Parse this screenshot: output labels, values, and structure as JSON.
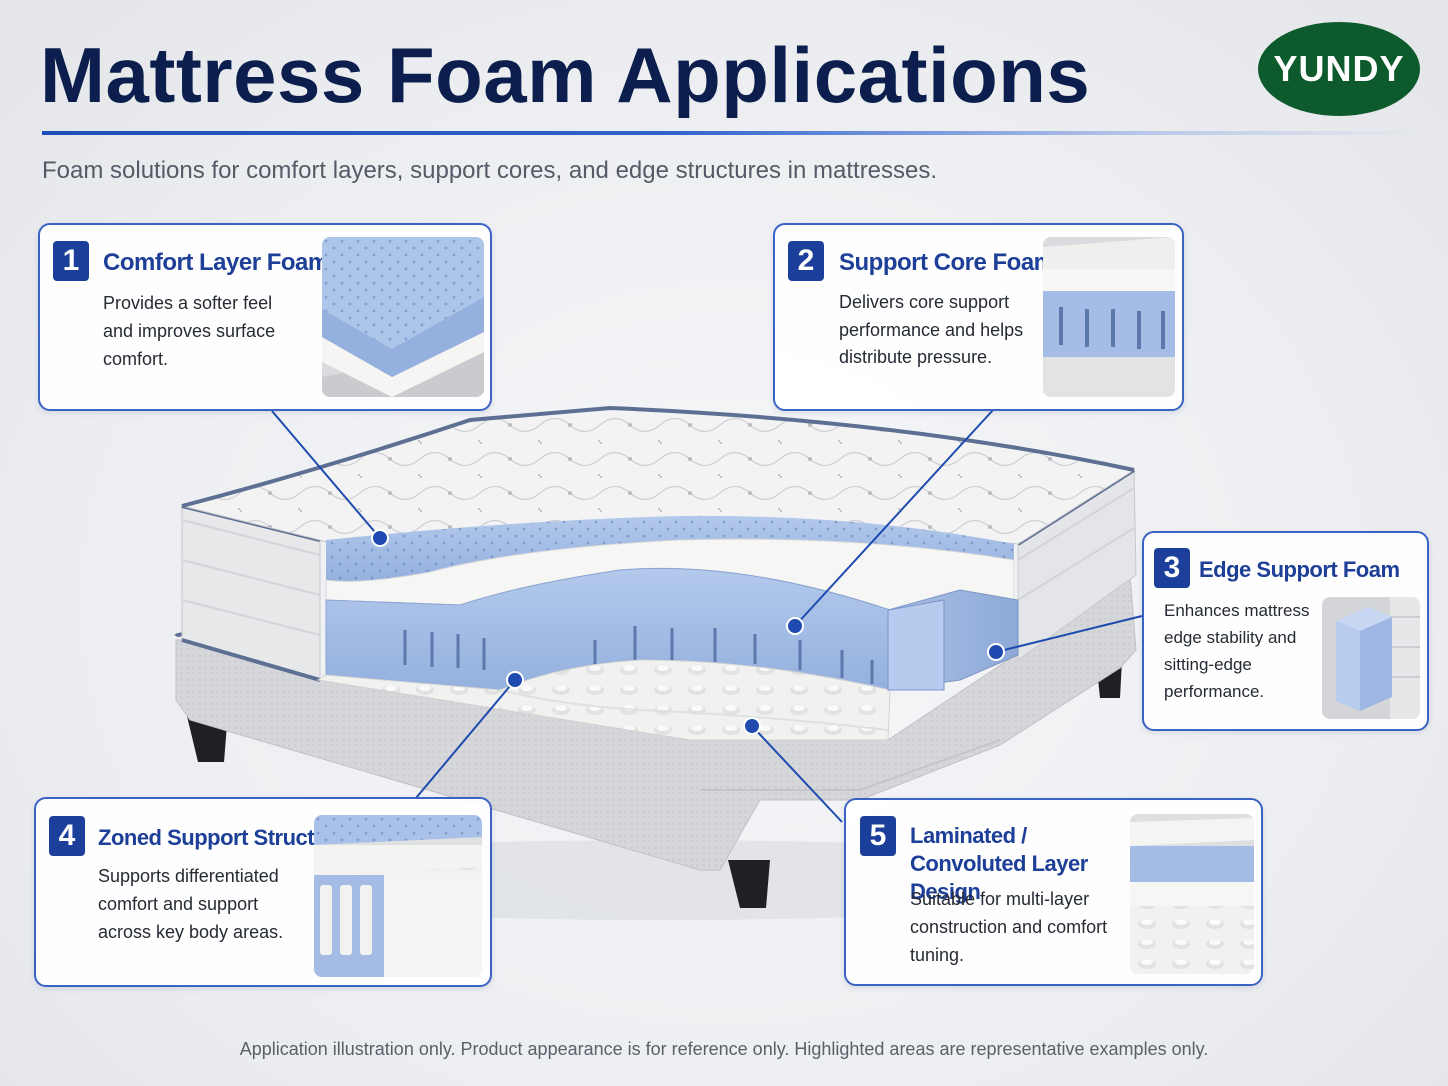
{
  "header": {
    "title": "Mattress Foam Applications",
    "subtitle": "Foam solutions for comfort layers, support cores, and edge structures in mattresses.",
    "logo": "YUNDY"
  },
  "callouts": [
    {
      "number": "1",
      "title": "Comfort Layer Foam",
      "description": "Provides a softer feel and improves surface comfort."
    },
    {
      "number": "2",
      "title": "Support Core Foam",
      "description": "Delivers core support performance and helps distribute pressure."
    },
    {
      "number": "3",
      "title": "Edge Support Foam",
      "description": "Enhances mattress edge stability and sitting-edge performance."
    },
    {
      "number": "4",
      "title": "Zoned Support Structure",
      "description": "Supports differentiated comfort and support across key body areas."
    },
    {
      "number": "5",
      "title": "Laminated / Convoluted Layer Design",
      "description": "Suitable for multi-layer construction and comfort tuning."
    }
  ],
  "footer": {
    "note": "Application illustration only. Product appearance is for reference only. Highlighted areas are representative examples only."
  },
  "colors": {
    "title": "#0c1e4d",
    "accent": "#1e3f98",
    "border": "#3a63c4",
    "foam_blue": "#9fb9e2",
    "logo_bg": "#0d5a2c"
  }
}
